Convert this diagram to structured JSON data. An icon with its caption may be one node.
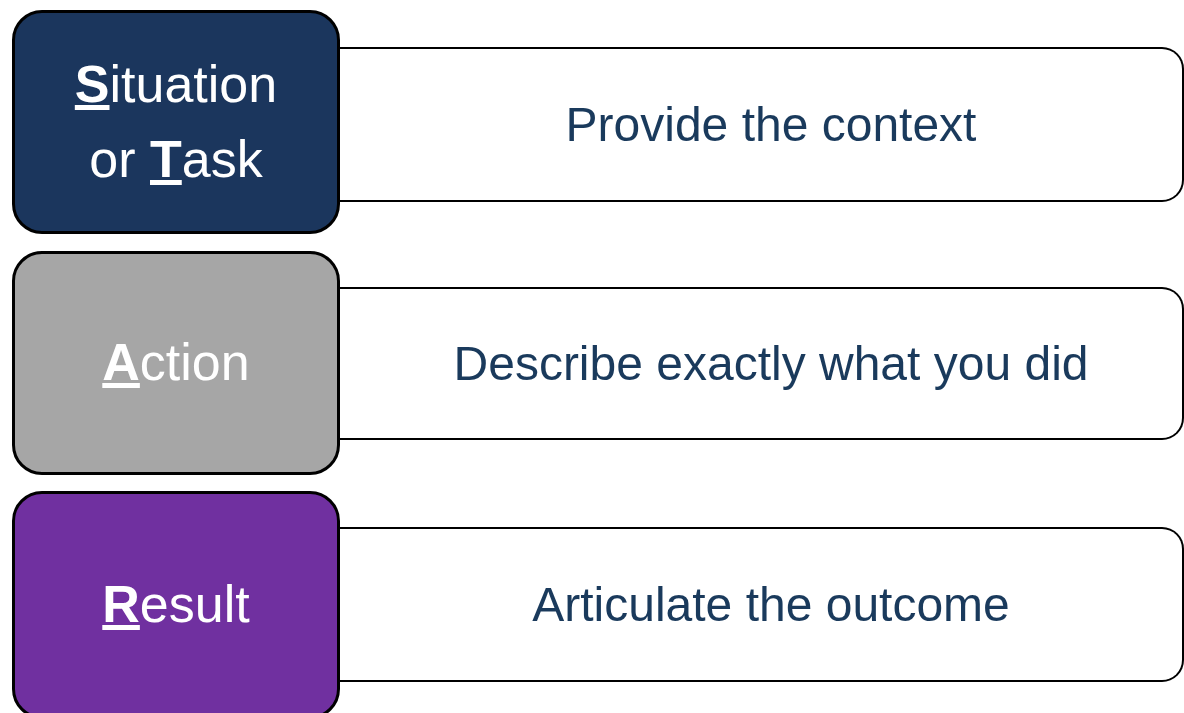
{
  "diagram": {
    "nodes": [
      {
        "text": [
          "**S**ituation or **T**ask"
        ]
      },
      {
        "text": [
          "Provide the context"
        ]
      },
      {
        "text": [
          "**A**ction"
        ]
      },
      {
        "text": [
          "Describe exactly what you did"
        ]
      },
      {
        "text": [
          "**R**esult"
        ]
      },
      {
        "text": [
          "Articulate the outcome"
        ]
      }
    ]
  }
}
